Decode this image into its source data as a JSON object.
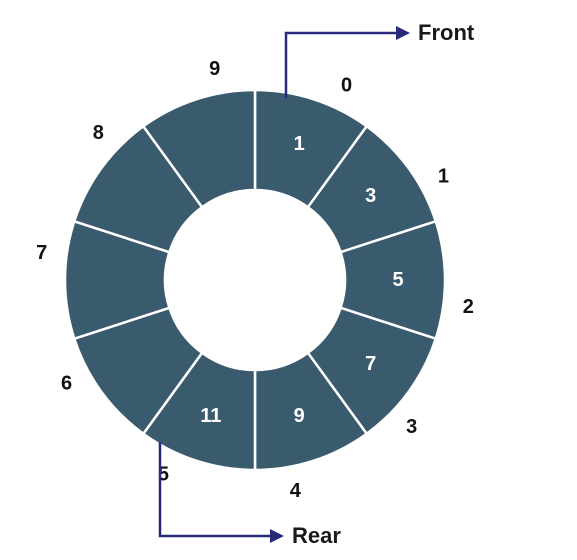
{
  "queue": {
    "fill_color": "#3a5a6e",
    "divider_color": "#ffffff",
    "arrow_color": "#2a2a7a",
    "slots": [
      {
        "index": "0",
        "value": "1"
      },
      {
        "index": "1",
        "value": "3"
      },
      {
        "index": "2",
        "value": "5"
      },
      {
        "index": "3",
        "value": "7"
      },
      {
        "index": "4",
        "value": "9"
      },
      {
        "index": "5",
        "value": "11"
      },
      {
        "index": "6",
        "value": ""
      },
      {
        "index": "7",
        "value": ""
      },
      {
        "index": "8",
        "value": ""
      },
      {
        "index": "9",
        "value": ""
      }
    ]
  },
  "pointers": {
    "front": {
      "label": "Front",
      "slot": 0
    },
    "rear": {
      "label": "Rear",
      "slot": 5
    }
  }
}
